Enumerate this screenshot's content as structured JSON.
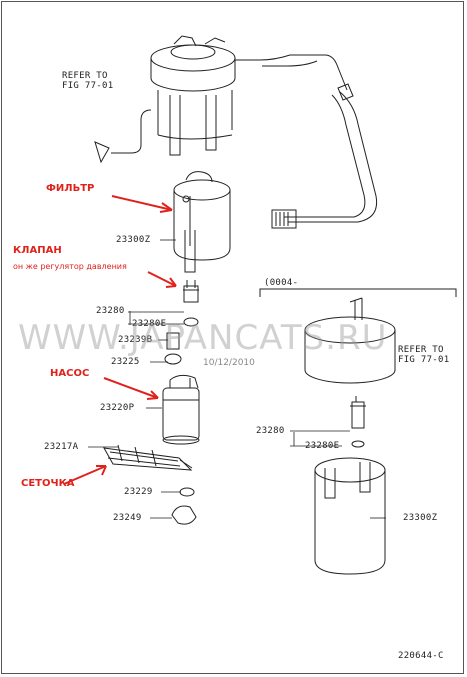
{
  "refs": {
    "top_ref_line1": "REFER TO",
    "top_ref_line2": "FIG 77-01",
    "right_ref_line1": "REFER TO",
    "right_ref_line2": "FIG 77-01",
    "variant_date": "(0004-"
  },
  "annotations_ru": {
    "filter": "ФИЛЬТР",
    "valve": "КЛАПАН",
    "valve_note": "он же регулятор давления",
    "pump": "НАСОС",
    "strainer": "СЕТОЧКА"
  },
  "parts_left": {
    "p23300z": "23300Z",
    "p23280": "23280",
    "p23280e": "23280E",
    "p23239b": "23239B",
    "p23225": "23225",
    "p23220p": "23220P",
    "p23217a": "23217A",
    "p23229": "23229",
    "p23249": "23249"
  },
  "parts_right": {
    "p23280": "23280",
    "p23280e": "23280E",
    "p23300z": "23300Z"
  },
  "watermark": "WWW.JAPANCATS.RU",
  "stamp_date": "10/12/2010",
  "figure_code": "220644-C",
  "colors": {
    "annotation": "#e0221c",
    "line": "#222222",
    "watermark": "#9a9a9a"
  }
}
